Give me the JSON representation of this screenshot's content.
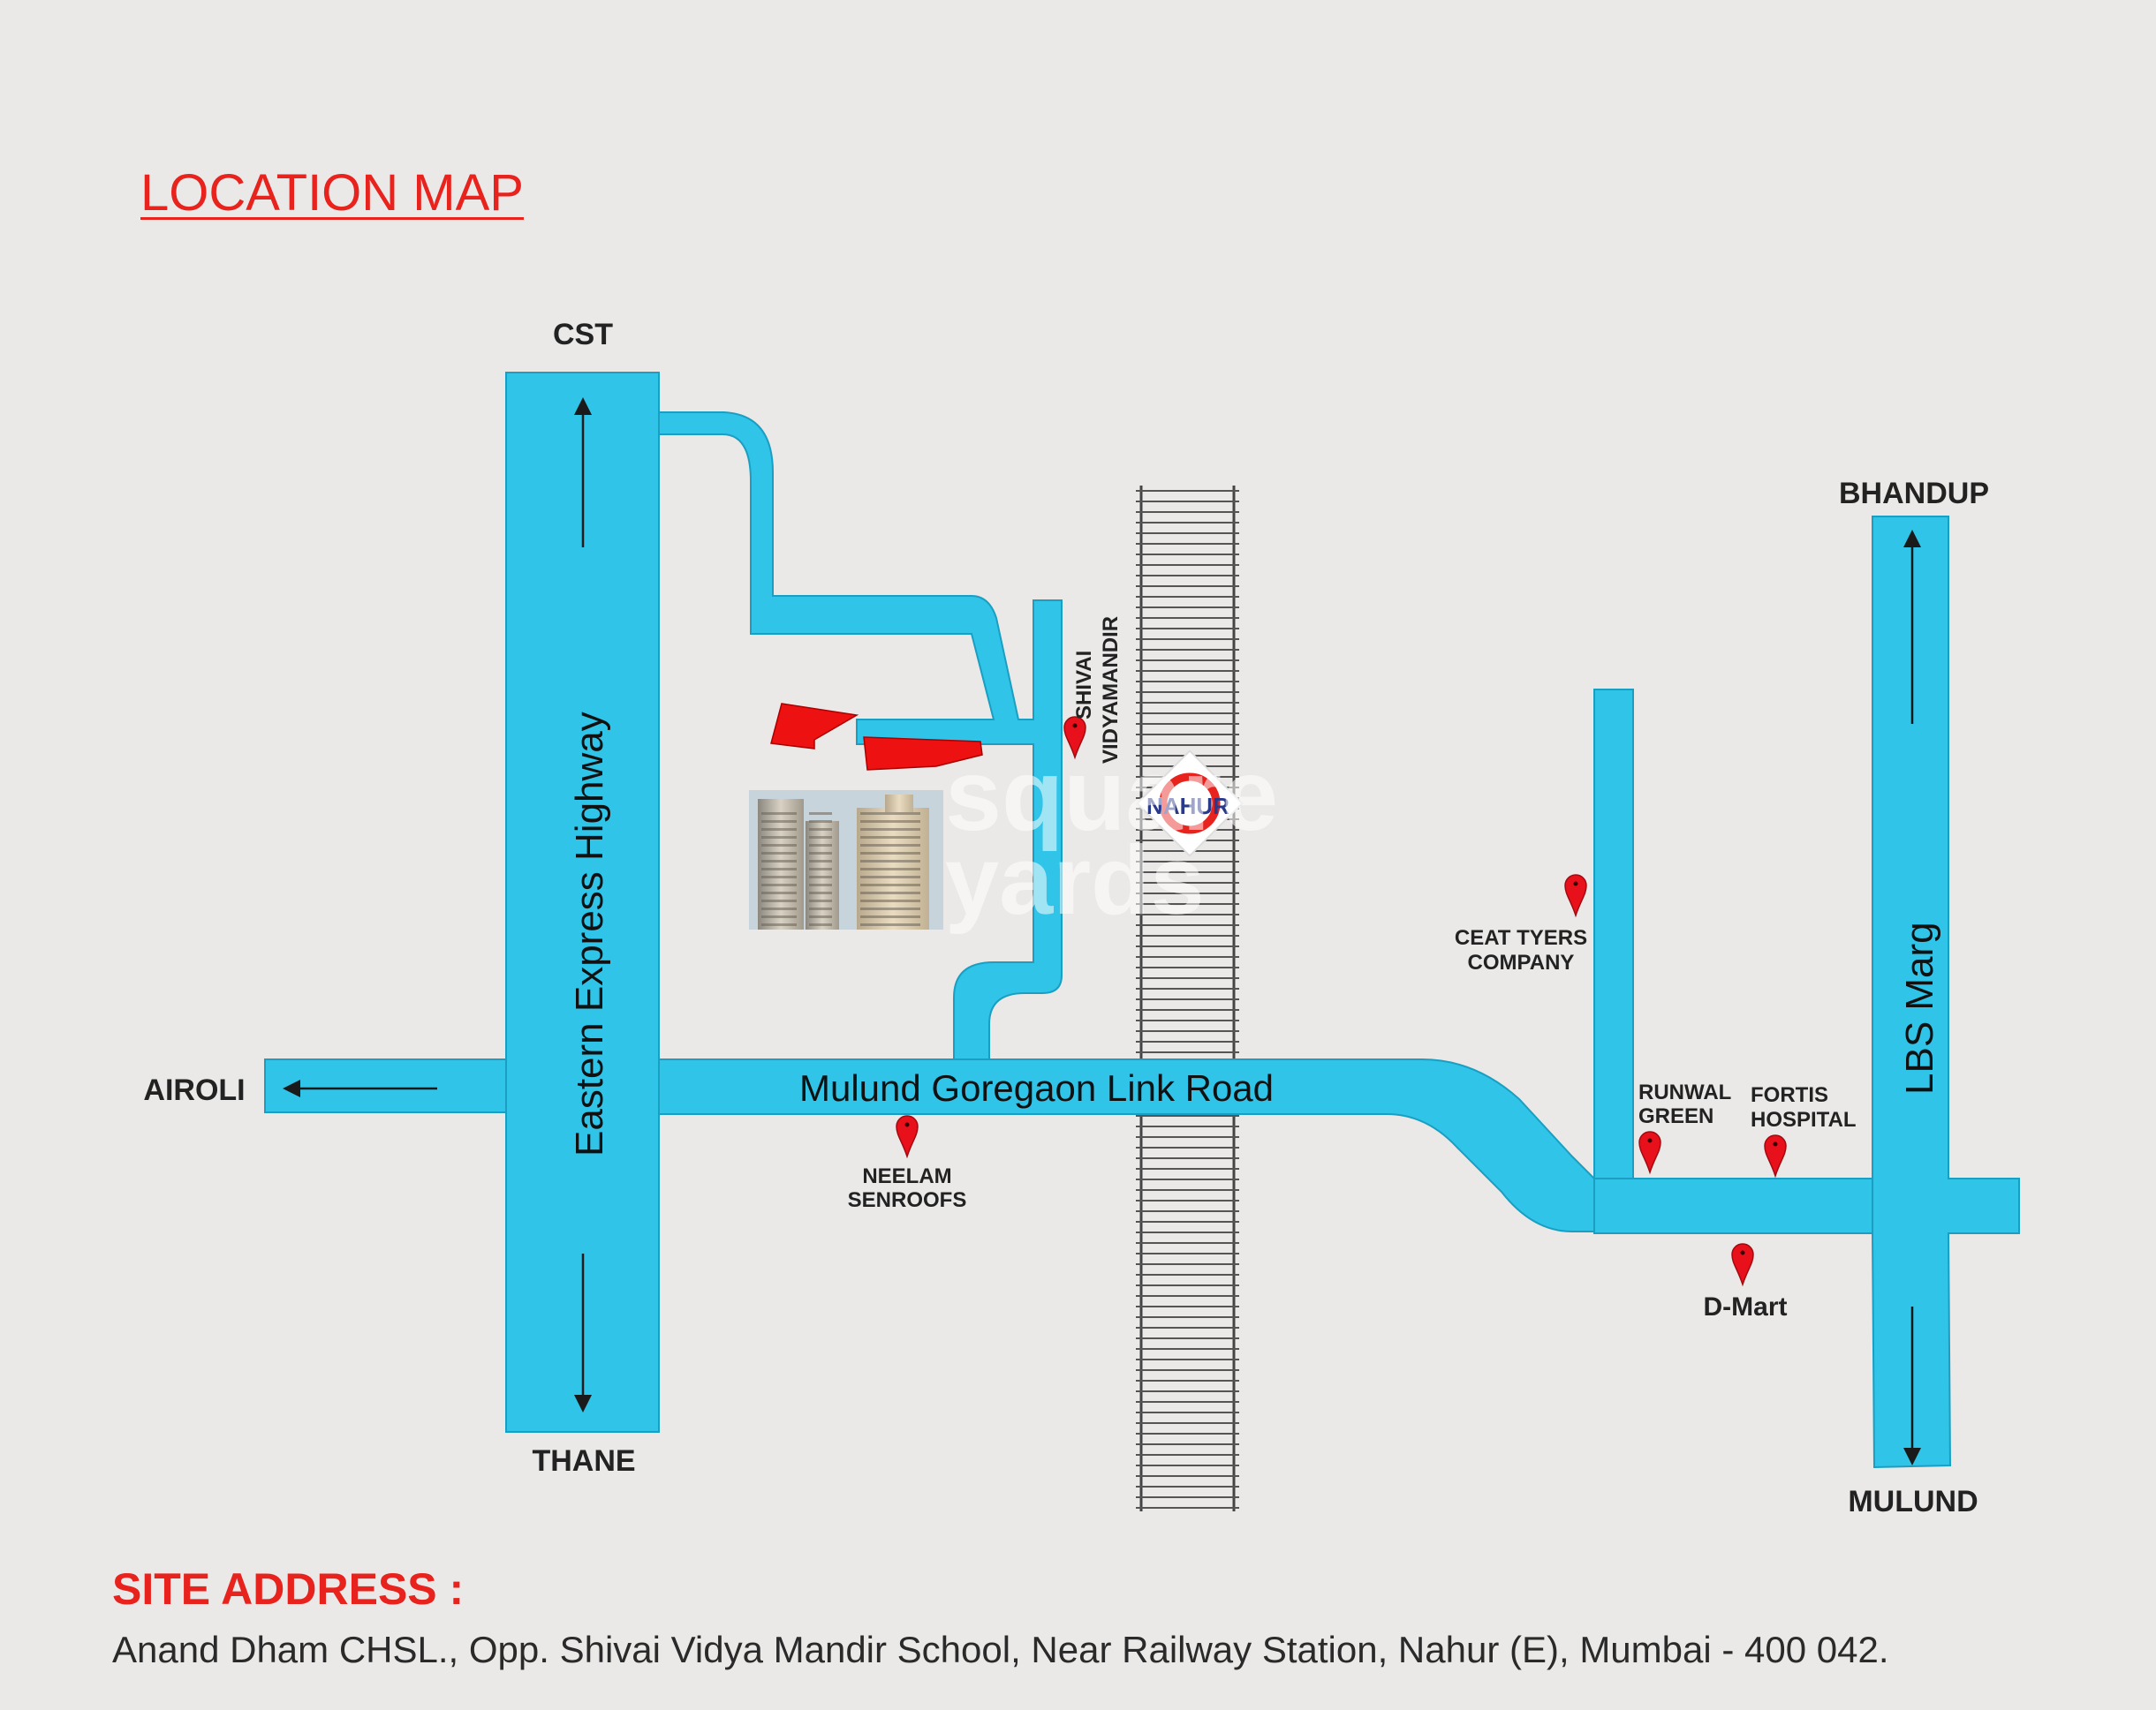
{
  "title": "LOCATION MAP",
  "colors": {
    "background": "#ebe9e8",
    "road": "#2fc4e8",
    "project": "#ee1111",
    "pin": "#e8101a",
    "title": "#e8221c",
    "station_ring": "#e8221c",
    "station_text": "#2a3a8a"
  },
  "roads": {
    "highway": "Eastern Express Highway",
    "link_road": "Mulund Goregaon Link Road",
    "lbs": "LBS Marg"
  },
  "directions": {
    "cst": "CST",
    "thane": "THANE",
    "airoli": "AIROLI",
    "bhandup": "BHANDUP",
    "mulund": "MULUND"
  },
  "landmarks": {
    "shivai": [
      "SHIVAI",
      "VIDYAMANDIR"
    ],
    "ceat": [
      "CEAT TYERS",
      "COMPANY"
    ],
    "neelam": [
      "NEELAM",
      "SENROOFS"
    ],
    "runwal": [
      "RUNWAL",
      "GREEN"
    ],
    "fortis": [
      "FORTIS",
      "HOSPITAL"
    ],
    "dmart": "D-Mart"
  },
  "station": "NAHUR",
  "watermark": [
    "square",
    "yards"
  ],
  "address": {
    "heading": "SITE ADDRESS :",
    "text": "Anand Dham CHSL., Opp. Shivai Vidya Mandir School, Near Railway Station, Nahur (E), Mumbai - 400 042."
  }
}
